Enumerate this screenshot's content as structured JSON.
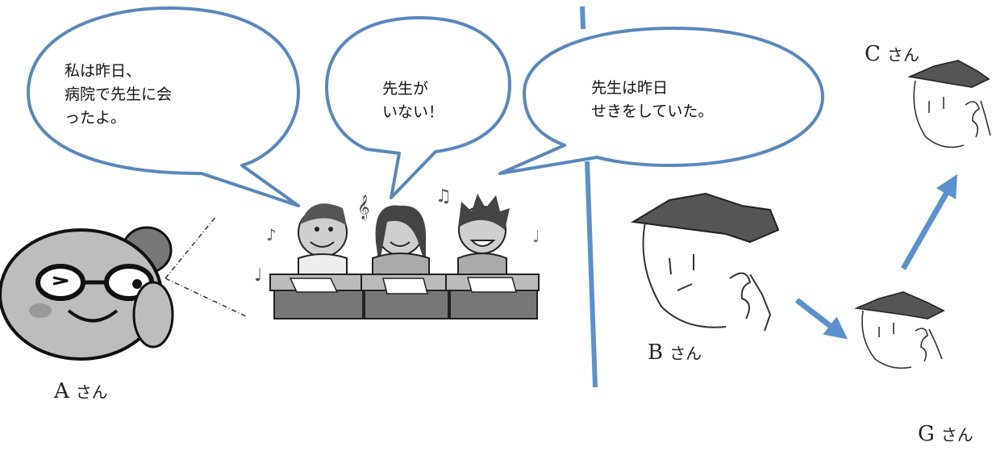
{
  "bubbles": {
    "left": "私は昨日、\n病院で先生に会\nったよ。",
    "middle": "先生が\nいない！",
    "right": "先生は昨日\nせきをしていた。"
  },
  "labels": {
    "a": {
      "letter": "A",
      "suffix": "さん"
    },
    "b": {
      "letter": "B",
      "suffix": "さん"
    },
    "c": {
      "letter": "C",
      "suffix": "さん"
    },
    "g": {
      "letter": "G",
      "suffix": "さん"
    }
  },
  "colors": {
    "bubble_stroke": "#5b86bb",
    "arrow": "#5b8fcf",
    "divider": "#5b8fcf"
  }
}
